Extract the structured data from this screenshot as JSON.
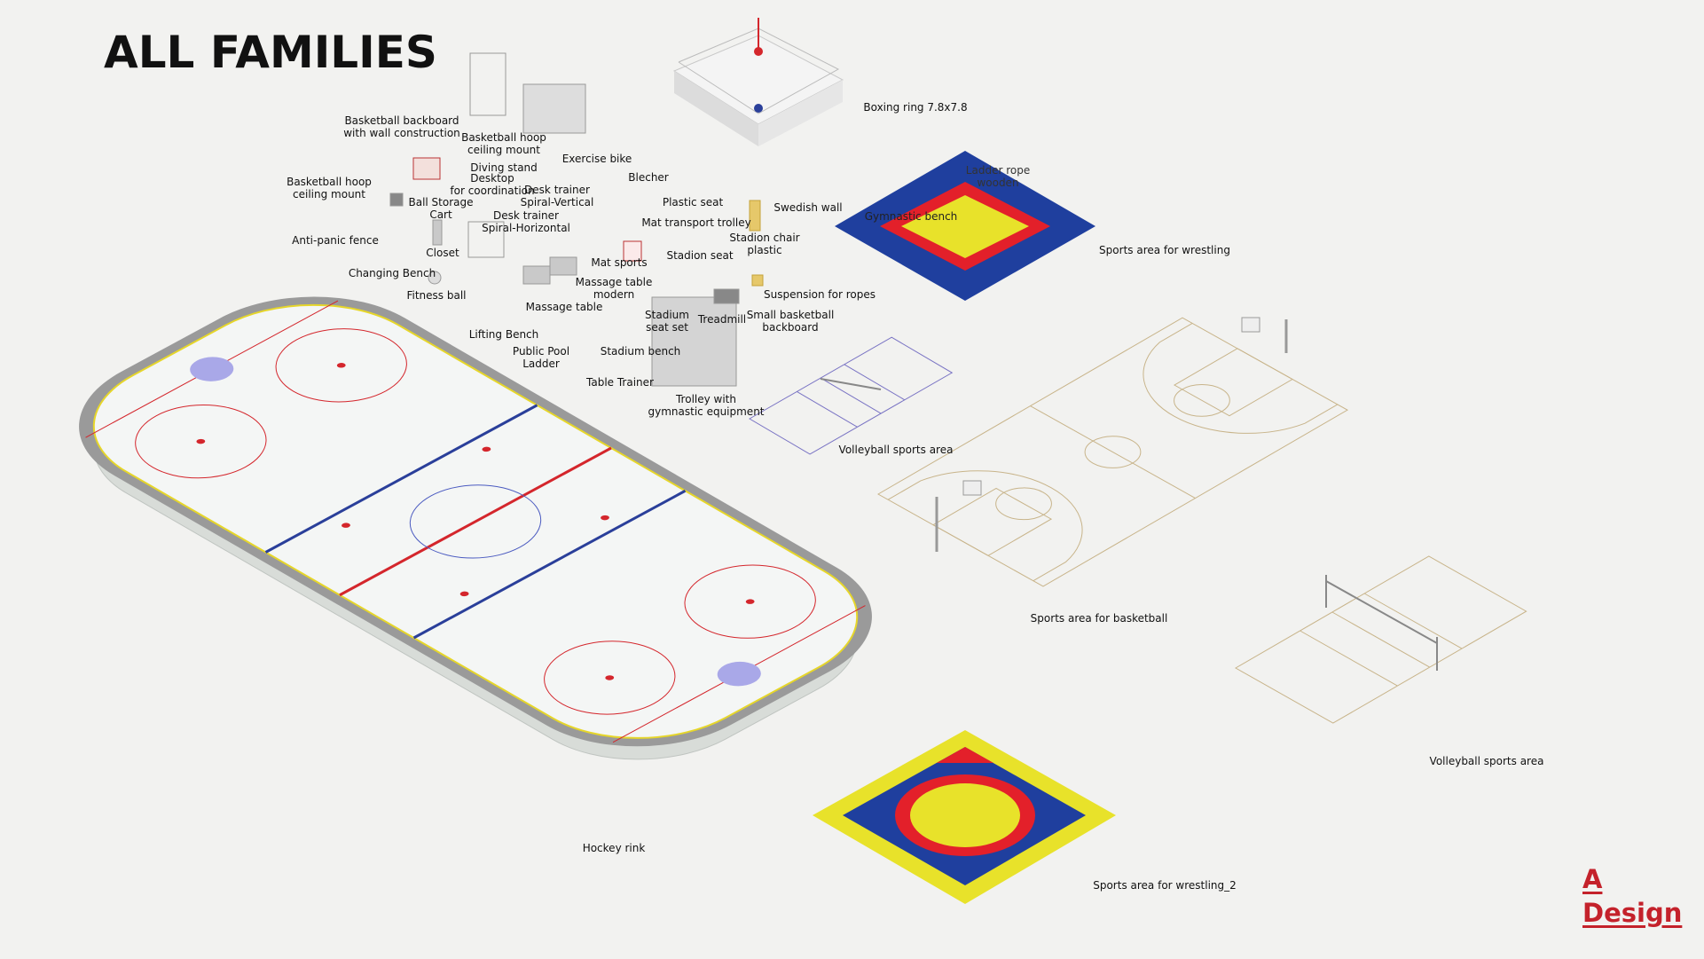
{
  "title": "ALL FAMILIES",
  "labels": [
    "Basketball backboard\nwith wall construction",
    "Basketball hoop\nceiling mount",
    "Exercise bike",
    "Diving stand",
    "Desktop\nfor coordination",
    "Desk trainer\nSpiral-Vertical",
    "Basketball hoop\nceiling mount",
    "Ball Storage\nCart",
    "Desk trainer\nSpiral-Horizontal",
    "Blecher",
    "Plastic seat",
    "Swedish wall",
    "Mat transport trolley",
    "Stadion chair\nplastic",
    "Stadion seat",
    "Anti-panic fence",
    "Closet",
    "Mat sports",
    "Changing Bench",
    "Massage table\nmodern",
    "Fitness ball",
    "Suspension for ropes",
    "Massage table",
    "Stadium\nseat set",
    "Treadmill",
    "Small basketball\nbackboard",
    "Lifting Bench",
    "Public Pool\nLadder",
    "Stadium bench",
    "Table Trainer",
    "Trolley with\ngymnastic equipment",
    "Boxing ring 7.8x7.8",
    "Ladder rope\nwooden",
    "Gymnastic bench",
    "Sports area for wrestling",
    "Volleyball sports area",
    "Sports area for basketball",
    "Volleyball sports area",
    "Hockey rink",
    "Sports area for wrestling_2"
  ],
  "logo": {
    "line1": "A",
    "line2": "Design"
  },
  "colors": {
    "mat_blue": "#1f3f9e",
    "mat_red": "#e3202a",
    "mat_yellow": "#e8e22a",
    "court_lines": "#c8b48a",
    "volleyball_lines": "#7a74c4",
    "logo": "#c4222b",
    "rink_blue": "#2a3f9a",
    "rink_red": "#d4262c",
    "rink_yellow": "#e6d62a"
  }
}
